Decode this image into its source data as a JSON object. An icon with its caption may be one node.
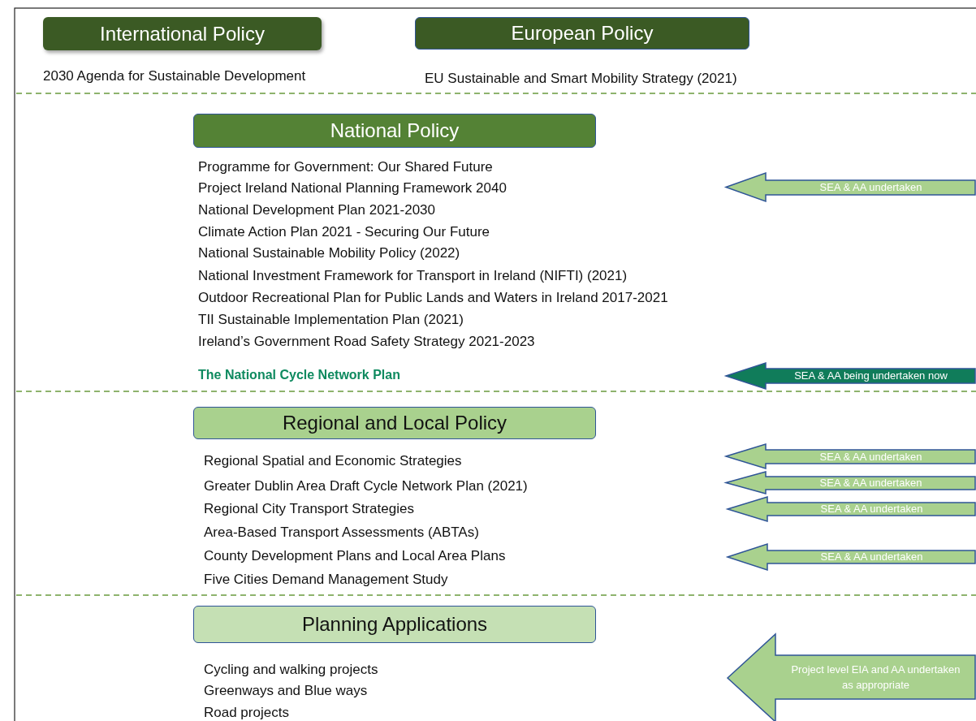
{
  "diagram": {
    "nodes": [
      {
        "text": [
          "International Policy"
        ]
      },
      {
        "text": [
          "European Policy"
        ]
      },
      {
        "text": [
          "National Policy"
        ]
      },
      {
        "text": [
          "SEA & AA undertaken"
        ]
      },
      {
        "text": [
          "SEA & AA being undertaken now"
        ]
      },
      {
        "text": [
          "Regional and Local Policy"
        ]
      },
      {
        "text": [
          "SEA & AA undertaken"
        ]
      },
      {
        "text": [
          "SEA & AA undertaken"
        ]
      },
      {
        "text": [
          "SEA & AA undertaken"
        ]
      },
      {
        "text": [
          "SEA & AA undertaken"
        ]
      },
      {
        "text": [
          "Planning Applications"
        ]
      },
      {
        "text": [
          "Project level EIA and AA undertaken as appropriate"
        ]
      }
    ],
    "edges": [],
    "labels": [
      "2030 Agenda for Sustainable Development",
      "EU Sustainable and Smart Mobility Strategy (2021)",
      "Programme for Government: Our Shared Future",
      "Project Ireland National Planning Framework 2040",
      "National Development Plan 2021-2030",
      "Climate Action Plan 2021 - Securing Our Future",
      "National Sustainable Mobility Policy (2022)",
      "National Investment Framework for Transport in Ireland (NIFTI) (2021)",
      "Outdoor Recreational Plan for Public Lands and Waters in Ireland 2017-2021",
      "TII Sustainable Implementation Plan (2021)",
      "Ireland’s Government Road Safety Strategy 2021-2023",
      "The National Cycle Network Plan",
      "Regional Spatial and Economic Strategies",
      "Greater Dublin Area Draft Cycle Network Plan (2021)",
      "Regional City Transport Strategies",
      "Area-Based Transport Assessments (ABTAs)",
      "County Development Plans and Local Area Plans",
      "Five Cities Demand Management Study",
      "Cycling and walking projects",
      "Greenways and Blue ways",
      "Road projects"
    ]
  }
}
